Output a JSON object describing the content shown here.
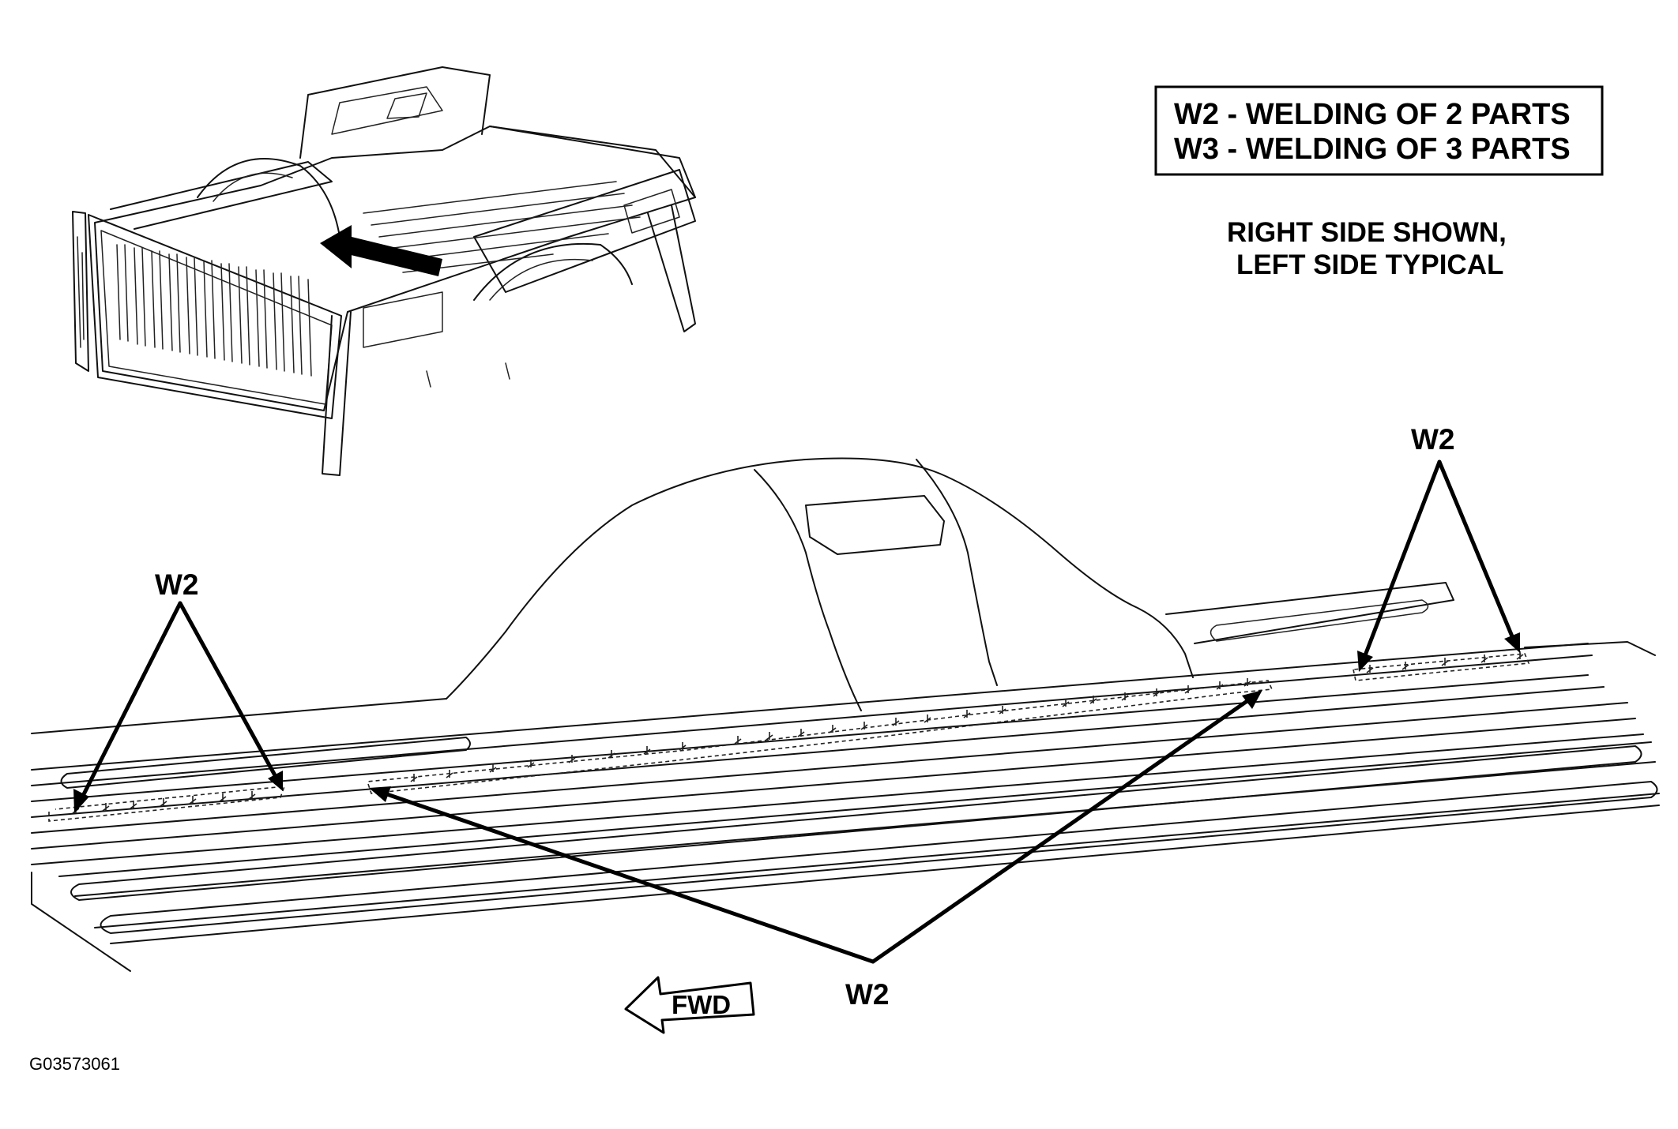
{
  "legend": {
    "w2": "W2 - WELDING OF 2 PARTS",
    "w3": "W3 - WELDING OF 3 PARTS"
  },
  "note": {
    "line1": "RIGHT SIDE SHOWN,",
    "line2": "LEFT SIDE TYPICAL"
  },
  "callouts": {
    "left": "W2",
    "right": "W2",
    "bottom": "W2"
  },
  "direction_label": "FWD",
  "figure_id": "G03573061"
}
